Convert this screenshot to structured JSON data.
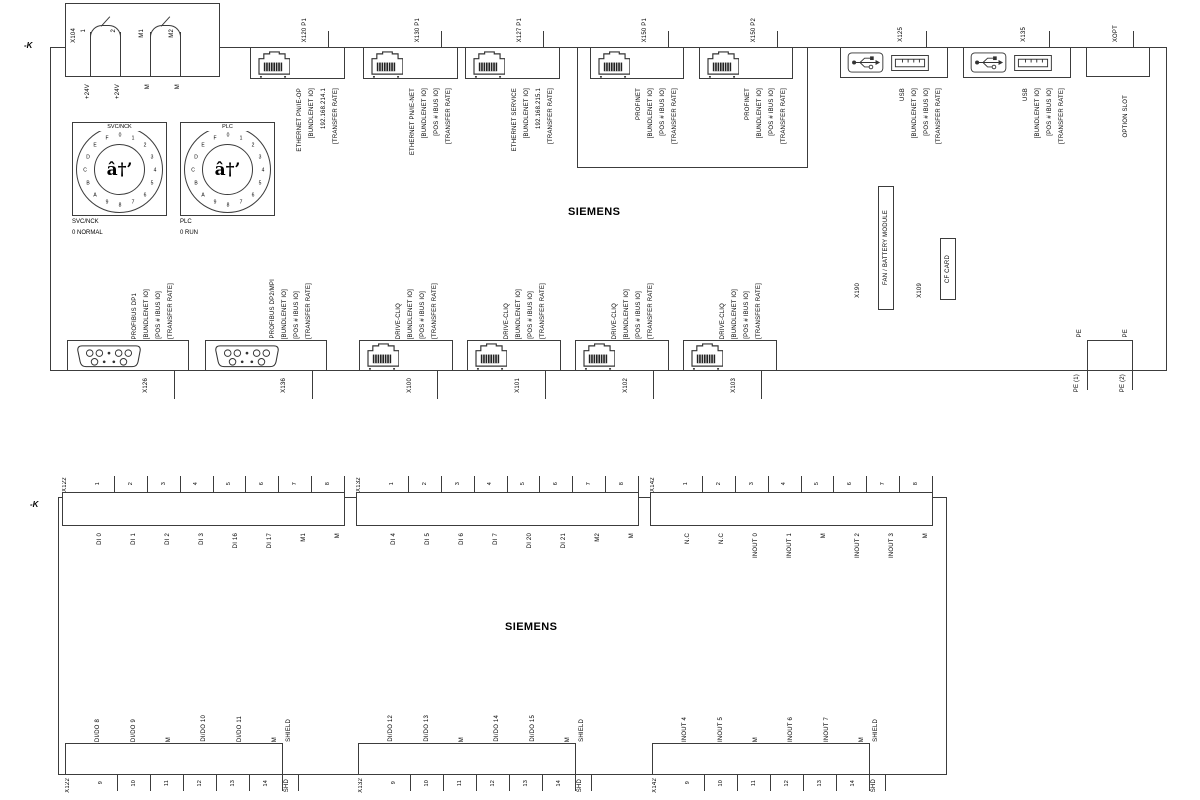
{
  "colors": {
    "line": "#3c3c3c",
    "text": "#000000",
    "background": "#ffffff"
  },
  "upper": {
    "k_tag": "-K",
    "brand": "SIEMENS",
    "x104": {
      "tag": "X104",
      "pins": [
        "1",
        "2",
        "M1",
        "M2"
      ],
      "below": [
        "+24V",
        "+24V",
        "M",
        "M"
      ]
    },
    "dials": [
      {
        "top_label": "SVC/NCK",
        "positions": [
          "0",
          "1",
          "2",
          "3",
          "4",
          "5",
          "6",
          "7",
          "8",
          "9",
          "A",
          "B",
          "C",
          "D",
          "E",
          "F"
        ],
        "pointer": "â†’",
        "caption": "SVC/NCK",
        "caption2": "0 NORMAL"
      },
      {
        "top_label": "PLC",
        "positions": [
          "0",
          "1",
          "2",
          "3",
          "4",
          "5",
          "6",
          "7",
          "8",
          "9",
          "A",
          "B",
          "C",
          "D",
          "E",
          "F"
        ],
        "pointer": "â†’",
        "caption": "PLC",
        "caption2": "0 RUN"
      }
    ],
    "top_ports": [
      {
        "tag": "X120 P1",
        "icon": "rj45-jack",
        "lines": [
          "ETHERNET PN/IE-OP",
          "[BUNDLENET IO]",
          "192.168.214.1",
          "[TRANSFER RATE]"
        ]
      },
      {
        "tag": "X130 P1",
        "icon": "rj45-jack",
        "lines": [
          "ETHERNET PN/IE-NET",
          "[BUNDLENET IO]",
          "[POS # IBUS IO]",
          "[TRANSFER RATE]"
        ]
      },
      {
        "tag": "X127 P1",
        "icon": "rj45-jack",
        "lines": [
          "ETHERNET SERVICE",
          "[BUNDLENET IO]",
          "192.168.215.1",
          "[TRANSFER RATE]"
        ]
      },
      {
        "tag": "X150 P1",
        "icon": "rj45-jack",
        "lines": [
          "PROFINET",
          "[BUNDLENET IO]",
          "[POS # IBUS IO]",
          "[TRANSFER RATE]"
        ]
      },
      {
        "tag": "X150 P2",
        "icon": "rj45-jack",
        "lines": [
          "PROFINET",
          "[BUNDLENET IO]",
          "[POS # IBUS IO]",
          "[TRANSFER RATE]"
        ]
      },
      {
        "tag": "X125",
        "icon": "usb",
        "lines": [
          "USB",
          "[BUNDLENET IO]",
          "[POS # IBUS IO]",
          "[TRANSFER RATE]"
        ]
      },
      {
        "tag": "X135",
        "icon": "usb",
        "lines": [
          "USB",
          "[BUNDLENET IO]",
          "[POS # IBUS IO]",
          "[TRANSFER RATE]"
        ]
      },
      {
        "tag": "XOPT",
        "icon": "none",
        "lines": [
          "OPTION SLOT"
        ]
      }
    ],
    "modules": {
      "fan": {
        "tag": "X190",
        "label": "FAN / BATTERY MODULE"
      },
      "cf": {
        "tag": "X109",
        "label": "CF CARD"
      }
    },
    "pe": {
      "above": [
        "PE",
        "PE"
      ],
      "below": [
        "PE (1)",
        "PE (2)"
      ]
    },
    "bottom_ports": [
      {
        "tag": "X126",
        "icon": "dsub9",
        "lines": [
          "PROFIBUS DP1",
          "[BUNDLENET IO]",
          "[POS # IBUS IO]",
          "[TRANSFER RATE]"
        ]
      },
      {
        "tag": "X136",
        "icon": "dsub9",
        "lines": [
          "PROFIBUS DP2/MPI",
          "[BUNDLENET IO]",
          "[POS # IBUS IO]",
          "[TRANSFER RATE]"
        ]
      },
      {
        "tag": "X100",
        "icon": "rj45-jack",
        "lines": [
          "DRIVE-CLIQ",
          "[BUNDLENET IO]",
          "[POS # IBUS IO]",
          "[TRANSFER RATE]"
        ]
      },
      {
        "tag": "X101",
        "icon": "rj45-jack",
        "lines": [
          "DRIVE-CLIQ",
          "[BUNDLENET IO]",
          "[POS # IBUS IO]",
          "[TRANSFER RATE]"
        ]
      },
      {
        "tag": "X102",
        "icon": "rj45-jack",
        "lines": [
          "DRIVE-CLIQ",
          "[BUNDLENET IO]",
          "[POS # IBUS IO]",
          "[TRANSFER RATE]"
        ]
      },
      {
        "tag": "X103",
        "icon": "rj45-jack",
        "lines": [
          "DRIVE-CLIQ",
          "[BUNDLENET IO]",
          "[POS # IBUS IO]",
          "[TRANSFER RATE]"
        ]
      }
    ]
  },
  "lower": {
    "k_tag": "-K",
    "brand": "SIEMENS",
    "top_strips": [
      {
        "tag": "X122",
        "pins": [
          "1",
          "2",
          "3",
          "4",
          "5",
          "6",
          "7",
          "8"
        ],
        "signals": [
          "DI 0",
          "DI 1",
          "DI 2",
          "DI 3",
          "DI 16",
          "DI 17",
          "M1",
          "M"
        ]
      },
      {
        "tag": "X132",
        "pins": [
          "1",
          "2",
          "3",
          "4",
          "5",
          "6",
          "7",
          "8"
        ],
        "signals": [
          "DI 4",
          "DI 5",
          "DI 6",
          "DI 7",
          "DI 20",
          "DI 21",
          "M2",
          "M"
        ]
      },
      {
        "tag": "X142",
        "pins": [
          "1",
          "2",
          "3",
          "4",
          "5",
          "6",
          "7",
          "8"
        ],
        "signals": [
          "N.C",
          "N.C",
          "INOUT 0",
          "INOUT 1",
          "M",
          "INOUT 2",
          "INOUT 3",
          "M"
        ]
      }
    ],
    "bottom_strips": [
      {
        "tag": "X122",
        "pins": [
          "9",
          "10",
          "11",
          "12",
          "13",
          "14"
        ],
        "signals": [
          "DI/DO 8",
          "DI/DO 9",
          "M",
          "DI/DO 10",
          "DI/DO 11",
          "M"
        ],
        "shield_top": "SHIELD",
        "shield_bottom": "SHD"
      },
      {
        "tag": "X132",
        "pins": [
          "9",
          "10",
          "11",
          "12",
          "13",
          "14"
        ],
        "signals": [
          "DI/DO 12",
          "DI/DO 13",
          "M",
          "DI/DO 14",
          "DI/DO 15",
          "M"
        ],
        "shield_top": "SHIELD",
        "shield_bottom": "SHD"
      },
      {
        "tag": "X142",
        "pins": [
          "9",
          "10",
          "11",
          "12",
          "13",
          "14"
        ],
        "signals": [
          "INOUT 4",
          "INOUT 5",
          "M",
          "INOUT 6",
          "INOUT 7",
          "M"
        ],
        "shield_top": "SHIELD",
        "shield_bottom": "SHD"
      }
    ]
  }
}
